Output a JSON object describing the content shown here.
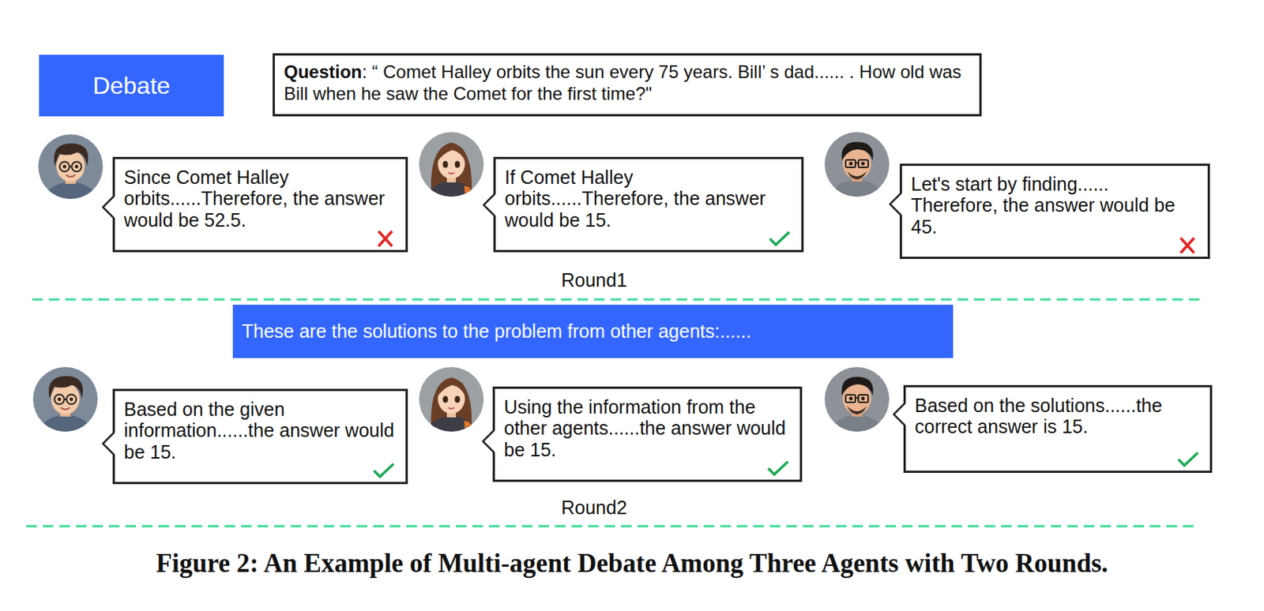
{
  "diagram": {
    "caption": "Figure 2: An Example of Multi-agent Debate Among Three Agents with Two Rounds.",
    "nodes": [
      {
        "text": [
          "Debate"
        ]
      },
      {
        "text": [
          "Question",
          ": “ Comet Halley orbits the sun every 75 years.  Bill’ s dad...... . How old was Bill when he saw the Comet for the first time?\""
        ]
      },
      {
        "text": [
          "Since Comet Halley orbits......Therefore, the answer would be 52.5."
        ]
      },
      {
        "text": [
          "If Comet Halley orbits......Therefore, the answer would be 15."
        ]
      },
      {
        "text": [
          "Let's start by finding...... Therefore, the answer would be 45."
        ]
      },
      {
        "text": [
          "These are the solutions to the problem from other agents:......"
        ]
      },
      {
        "text": [
          "Based on the given information......the answer would be 15."
        ]
      },
      {
        "text": [
          "Using the information from the other agents......the answer would be 15."
        ]
      },
      {
        "text": [
          "Based on the solutions......the correct answer is 15."
        ]
      }
    ],
    "labels": [
      "Round1",
      "Round2"
    ]
  }
}
